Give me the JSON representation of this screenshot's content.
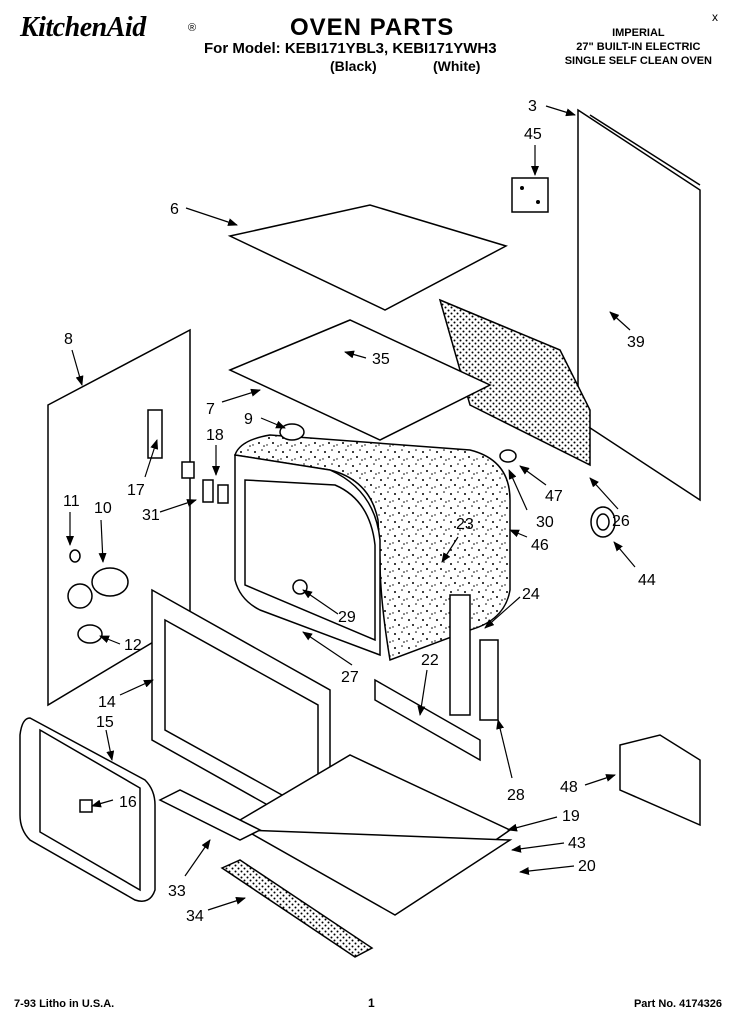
{
  "header": {
    "brand": "KitchenAid",
    "brand_mark": "®",
    "title": "OVEN PARTS",
    "model_line": "For Model: KEBI171YBL3,  KEBI171YWH3",
    "color_black": "(Black)",
    "color_white": "(White)",
    "spec_lines": [
      "IMPERIAL",
      "27\" BUILT-IN ELECTRIC",
      "SINGLE SELF CLEAN OVEN"
    ],
    "close": "x"
  },
  "footer": {
    "litho": "7-93  Litho in U.S.A.",
    "page": "1",
    "part_number": "Part No. 4174326"
  },
  "part_labels": [
    {
      "id": "p3",
      "text": "3"
    },
    {
      "id": "p45",
      "text": "45"
    },
    {
      "id": "p6",
      "text": "6"
    },
    {
      "id": "p39",
      "text": "39"
    },
    {
      "id": "p8",
      "text": "8"
    },
    {
      "id": "p35",
      "text": "35"
    },
    {
      "id": "p7",
      "text": "7"
    },
    {
      "id": "p9",
      "text": "9"
    },
    {
      "id": "p18",
      "text": "18"
    },
    {
      "id": "p17",
      "text": "17"
    },
    {
      "id": "p47",
      "text": "47"
    },
    {
      "id": "p26",
      "text": "26"
    },
    {
      "id": "p11",
      "text": "11"
    },
    {
      "id": "p10",
      "text": "10"
    },
    {
      "id": "p31",
      "text": "31"
    },
    {
      "id": "p30",
      "text": "30"
    },
    {
      "id": "p23",
      "text": "23"
    },
    {
      "id": "p46",
      "text": "46"
    },
    {
      "id": "p44",
      "text": "44"
    },
    {
      "id": "p29",
      "text": "29"
    },
    {
      "id": "p24",
      "text": "24"
    },
    {
      "id": "p12",
      "text": "12"
    },
    {
      "id": "p22",
      "text": "22"
    },
    {
      "id": "p27",
      "text": "27"
    },
    {
      "id": "p14",
      "text": "14"
    },
    {
      "id": "p15",
      "text": "15"
    },
    {
      "id": "p16",
      "text": "16"
    },
    {
      "id": "p28",
      "text": "28"
    },
    {
      "id": "p48",
      "text": "48"
    },
    {
      "id": "p19",
      "text": "19"
    },
    {
      "id": "p43",
      "text": "43"
    },
    {
      "id": "p20",
      "text": "20"
    },
    {
      "id": "p33",
      "text": "33"
    },
    {
      "id": "p34",
      "text": "34"
    }
  ]
}
